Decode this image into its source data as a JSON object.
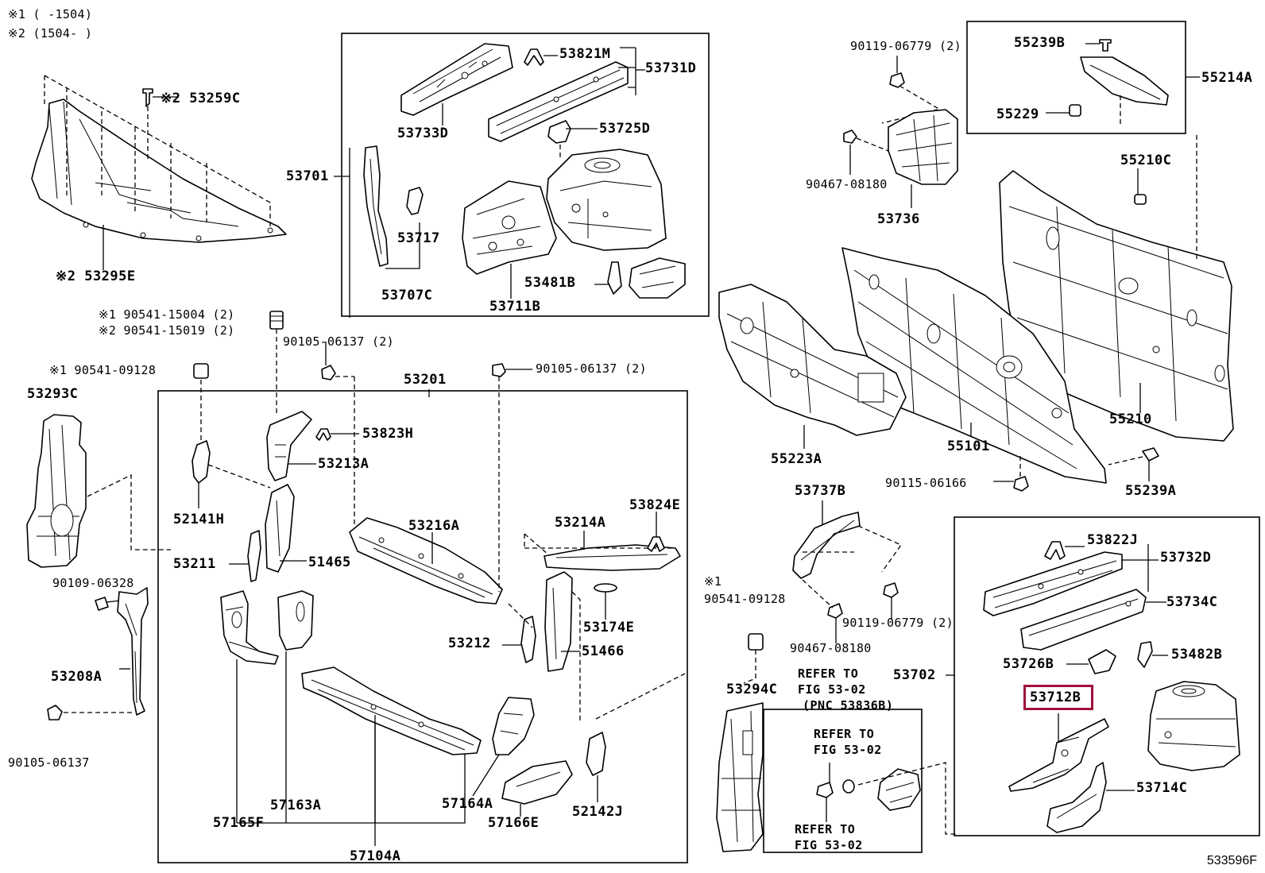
{
  "legend": {
    "line1": "※1 (      -1504)",
    "line2": "※2 (1504-      )"
  },
  "labels": {
    "p53259C": "※2 53259C",
    "p53295E": "※2 53295E",
    "p53821M": "53821M",
    "p53731D": "53731D",
    "p53733D": "53733D",
    "p53725D": "53725D",
    "p53701": "53701",
    "p53717": "53717",
    "p53707C": "53707C",
    "p53711B": "53711B",
    "p53481B": "53481B",
    "b90541_15004": "※1 90541-15004 (2)",
    "b90541_15019": "※2 90541-15019 (2)",
    "b90105_06137a": "90105-06137 (2)",
    "b90105_06137b": "90105-06137 (2)",
    "p53201": "53201",
    "b90541_09128a": "※1 90541-09128",
    "p53293C": "53293C",
    "p53823H": "53823H",
    "p53213A": "53213A",
    "p52141H": "52141H",
    "p53216A": "53216A",
    "p53214A": "53214A",
    "p53824E": "53824E",
    "p53211": "53211",
    "p51465": "51465",
    "b90109_06328": "90109-06328",
    "p53174E": "53174E",
    "p53212": "53212",
    "p51466": "51466",
    "p53208A": "53208A",
    "b90105_06137c": "90105-06137",
    "p57163A": "57163A",
    "p57164A": "57164A",
    "p57165F": "57165F",
    "p57166E": "57166E",
    "p52142J": "52142J",
    "p57104A": "57104A",
    "b90119_06779a": "90119-06779 (2)",
    "b90467_08180a": "90467-08180",
    "p53736": "53736",
    "p55239B": "55239B",
    "p55214A": "55214A",
    "p55229": "55229",
    "p55210C": "55210C",
    "p55223A": "55223A",
    "p55101": "55101",
    "p55210": "55210",
    "b90115_06166": "90115-06166",
    "p55239A": "55239A",
    "p53737B": "53737B",
    "b90541_09128b_mark": "※1",
    "b90541_09128b": "90541-09128",
    "b90119_06779b": "90119-06779 (2)",
    "b90467_08180b": "90467-08180",
    "p53294C": "53294C",
    "p53702": "53702",
    "p53822J": "53822J",
    "p53732D": "53732D",
    "p53734C": "53734C",
    "p53726B": "53726B",
    "p53482B": "53482B",
    "p53712B": "53712B",
    "p53714C": "53714C"
  },
  "refer": {
    "r1_line1": "REFER TO",
    "r1_line2": "FIG 53-02",
    "r1_line3": "(PNC 53836B)",
    "r2_line1": "REFER TO",
    "r2_line2": "FIG 53-02",
    "r3_line1": "REFER TO",
    "r3_line2": "FIG 53-02"
  },
  "highlight": {
    "part": "53712B",
    "color": "#a0103a"
  },
  "figure_id": "533596F"
}
